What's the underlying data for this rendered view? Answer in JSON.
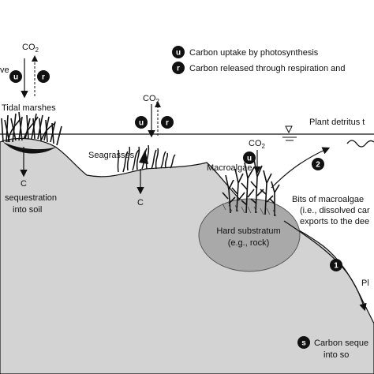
{
  "legend": {
    "uptake_symbol": "u",
    "uptake_label": "Carbon uptake by photosynthesis",
    "release_symbol": "r",
    "release_label": "Carbon released through respiration and"
  },
  "labels": {
    "co2_main": "CO",
    "co2_sub": "2",
    "carbon": "C",
    "tidal_marshes": "Tidal marshes",
    "edge_word": "ve",
    "seagrasses": "Seagrasses",
    "macroalgae": "Macroalgae",
    "plant_detritus": "Plant detritus t",
    "sequestration_line1": "sequestration",
    "sequestration_line2": "into soil",
    "hard_substratum_line1": "Hard substratum",
    "hard_substratum_line2": "(e.g., rock)",
    "bits_line1": "Bits of macroalgae",
    "bits_line2": "(i.e., dissolved car",
    "bits_line3": "exports to the dee",
    "marker_one": "1",
    "marker_two": "2",
    "pl_fragment": "Pl",
    "seq_symbol": "s",
    "seq_bottom_line1": "Carbon seque",
    "seq_bottom_line2": "into so"
  },
  "colors": {
    "seafloor": "#d3d3d3",
    "rock": "#a9a9a9",
    "ink": "#111111",
    "badge": "#111111"
  }
}
